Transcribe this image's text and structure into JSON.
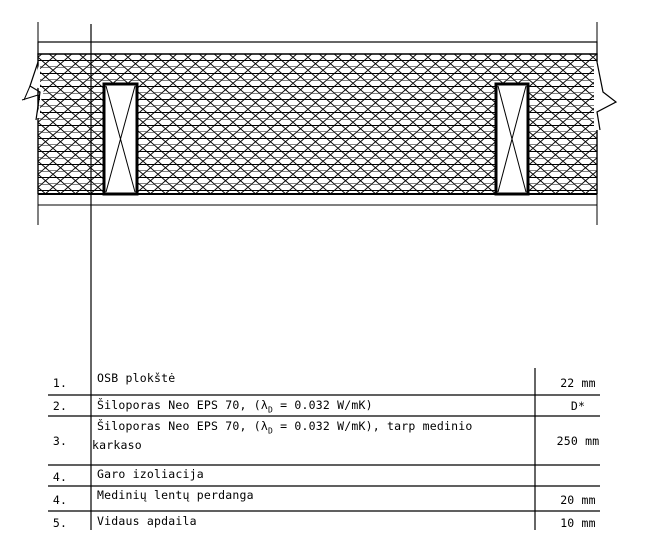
{
  "table": {
    "rows": [
      {
        "num": "1.",
        "desc_before": "OSB plokštė",
        "subscript": "",
        "desc_after": "",
        "thickness": "22 mm"
      },
      {
        "num": "2.",
        "desc_before": "Šiloporas Neo EPS 70, (λ",
        "subscript": "D",
        "desc_after": " = 0.032 W/mK)",
        "thickness": "D*"
      },
      {
        "num": "3.",
        "desc_before": "Šiloporas Neo EPS 70, (λ",
        "subscript": "D",
        "desc_after": " = 0.032 W/mK), tarp medinio\nkarkaso",
        "thickness": "250 mm"
      },
      {
        "num": "4.",
        "desc_before": "Garo izoliacija",
        "subscript": "",
        "desc_after": "",
        "thickness": ""
      },
      {
        "num": "4.",
        "desc_before": "Medinių lentų perdanga",
        "subscript": "",
        "desc_after": "",
        "thickness": "20 mm"
      },
      {
        "num": "5.",
        "desc_before": "Vidaus apdaila",
        "subscript": "",
        "desc_after": "",
        "thickness": "10 mm"
      }
    ]
  },
  "icons": {
    "insulation_pattern": "hexagon-honeycomb-pattern",
    "timber_stud": "crossed-rectangle-stud",
    "break_line": "zigzag-break-line"
  }
}
